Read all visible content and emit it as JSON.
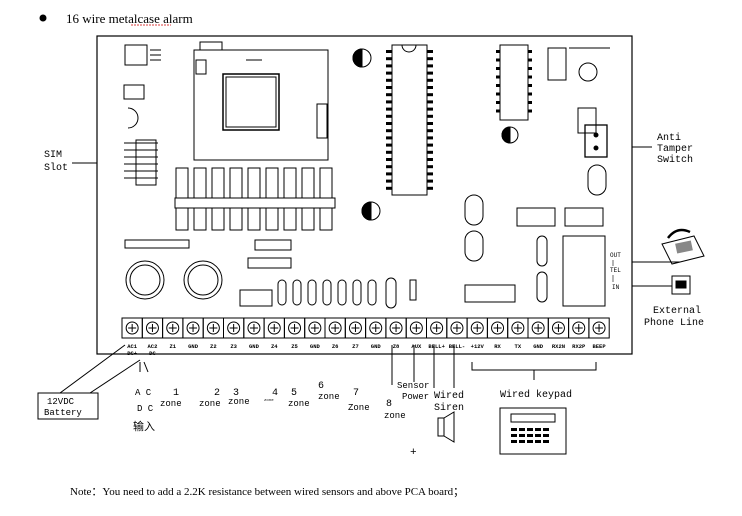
{
  "title": "16 wire metalcase alarm",
  "note": "Note：You need to add a 2.2K resistance between wired sensors and above PCA board；",
  "side_labels": {
    "sim": [
      "SIM",
      "Slot"
    ],
    "tamper": [
      "Anti",
      "Tamper",
      "Switch"
    ],
    "phone": [
      "External",
      "Phone Line"
    ],
    "battery": [
      "12VDC",
      "Battery"
    ],
    "keypad": "Wired keypad",
    "siren": [
      "Wired",
      "Siren"
    ],
    "sensor": [
      "Sensor",
      "Power"
    ]
  },
  "board_labels": {
    "out": "OUT",
    "tel": "TEL",
    "in": "IN"
  },
  "terminals": [
    "AC1 DC+",
    "AC2 DC",
    "Z1",
    "GND",
    "Z2",
    "Z3",
    "GND",
    "Z4",
    "Z5",
    "GND",
    "Z6",
    "Z7",
    "GND",
    "Z8",
    "AUX",
    "BELL+",
    "BELL-",
    "+12V",
    "RX",
    "TX",
    "GND",
    "RX2N",
    "RX2P",
    "BEEP"
  ],
  "zone_labels": {
    "ac": [
      "A C",
      "D C"
    ],
    "ac_cn": "输入",
    "z1": [
      "1",
      "zone"
    ],
    "z2": [
      "2",
      "zone"
    ],
    "z3": [
      "3",
      "zone"
    ],
    "z4": [
      "4",
      "zone"
    ],
    "z5": [
      "5",
      "zone"
    ],
    "z6": [
      "6",
      "zone"
    ],
    "z7": [
      "7",
      "Zone"
    ],
    "z8": [
      "8",
      "zone"
    ],
    "plus": "+"
  }
}
